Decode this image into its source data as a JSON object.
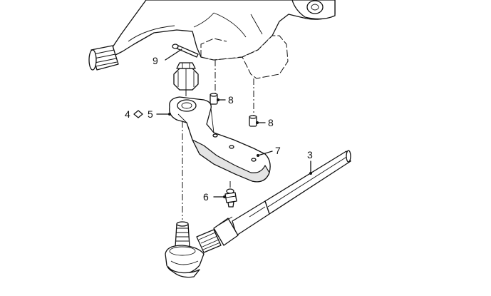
{
  "callouts": {
    "c9": "9",
    "c8a": "8",
    "c8b": "8",
    "c4": "4",
    "c5": "5",
    "c7": "7",
    "c3": "3",
    "c6": "6"
  }
}
